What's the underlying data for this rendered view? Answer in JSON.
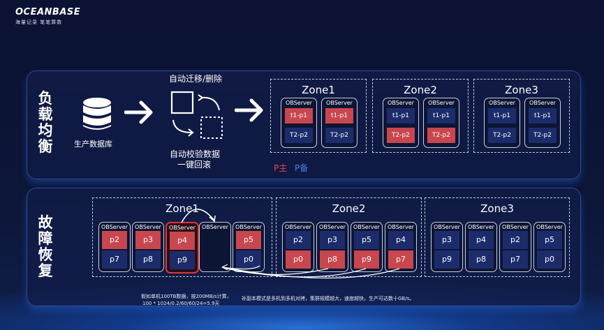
{
  "brand": {
    "name": "OCEANBASE",
    "tagline": "海量记录 笔笔算数"
  },
  "top": {
    "title": "负载均衡",
    "db_label": "生产数据库",
    "migrate_label": "自动迁移/删除",
    "verify_label1": "自动校验数据",
    "verify_label2": "一键回滚",
    "legend_primary": "P主",
    "legend_backup": "P备",
    "zones": [
      {
        "name": "Zone1",
        "servers": [
          {
            "title": "OBServer",
            "cells": [
              {
                "text": "t1-p1",
                "role": "primary"
              },
              {
                "text": "T2-p2",
                "role": "backup"
              }
            ]
          },
          {
            "title": "OBServer",
            "cells": [
              {
                "text": "t1-p1",
                "role": "primary"
              },
              {
                "text": "T2-p2",
                "role": "backup"
              }
            ]
          }
        ]
      },
      {
        "name": "Zone2",
        "servers": [
          {
            "title": "OBServer",
            "cells": [
              {
                "text": "t1-p1",
                "role": "backup"
              },
              {
                "text": "T2-p2",
                "role": "primary"
              }
            ]
          },
          {
            "title": "OBServer",
            "cells": [
              {
                "text": "t1-p1",
                "role": "backup"
              },
              {
                "text": "T2-p2",
                "role": "primary"
              }
            ]
          }
        ]
      },
      {
        "name": "Zone3",
        "servers": [
          {
            "title": "OBServer",
            "cells": [
              {
                "text": "t1-p1",
                "role": "backup"
              },
              {
                "text": "T2-p2",
                "role": "backup"
              }
            ]
          },
          {
            "title": "OBServer",
            "cells": [
              {
                "text": "t1-p1",
                "role": "backup"
              },
              {
                "text": "T2-p2",
                "role": "backup"
              }
            ]
          }
        ]
      }
    ]
  },
  "bottom": {
    "title": "故障恢复",
    "zones": [
      {
        "name": "Zone1",
        "servers": [
          {
            "title": "OBServer",
            "cells": [
              {
                "text": "p2",
                "role": "primary"
              },
              {
                "text": "p7",
                "role": "backup"
              }
            ]
          },
          {
            "title": "OBServer",
            "cells": [
              {
                "text": "p3",
                "role": "primary"
              },
              {
                "text": "p8",
                "role": "backup"
              }
            ]
          },
          {
            "title": "OBServer",
            "failed": true,
            "cells": [
              {
                "text": "p4",
                "role": "primary"
              },
              {
                "text": "p9",
                "role": "backup"
              }
            ]
          },
          {
            "title": "OBServer",
            "cells": []
          },
          {
            "title": "OBServer",
            "cells": [
              {
                "text": "p5",
                "role": "primary"
              },
              {
                "text": "p0",
                "role": "backup"
              }
            ]
          }
        ]
      },
      {
        "name": "Zone2",
        "servers": [
          {
            "title": "OBServer",
            "cells": [
              {
                "text": "p2",
                "role": "backup"
              },
              {
                "text": "p0",
                "role": "primary"
              }
            ]
          },
          {
            "title": "OBServer",
            "cells": [
              {
                "text": "p3",
                "role": "backup"
              },
              {
                "text": "p8",
                "role": "primary"
              }
            ]
          },
          {
            "title": "OBServer",
            "cells": [
              {
                "text": "p5",
                "role": "backup"
              },
              {
                "text": "p9",
                "role": "primary"
              }
            ]
          },
          {
            "title": "OBServer",
            "cells": [
              {
                "text": "p4",
                "role": "backup"
              },
              {
                "text": "p7",
                "role": "primary"
              }
            ]
          }
        ]
      },
      {
        "name": "Zone3",
        "servers": [
          {
            "title": "OBServer",
            "cells": [
              {
                "text": "p3",
                "role": "backup"
              },
              {
                "text": "p9",
                "role": "backup"
              }
            ]
          },
          {
            "title": "OBServer",
            "cells": [
              {
                "text": "p4",
                "role": "backup"
              },
              {
                "text": "p8",
                "role": "backup"
              }
            ]
          },
          {
            "title": "OBServer",
            "cells": [
              {
                "text": "p2",
                "role": "backup"
              },
              {
                "text": "p7",
                "role": "backup"
              }
            ]
          },
          {
            "title": "OBServer",
            "cells": [
              {
                "text": "p5",
                "role": "backup"
              },
              {
                "text": "p0",
                "role": "backup"
              }
            ]
          }
        ]
      }
    ],
    "note_left": [
      "假如单机100TB数据，按200MB/s计算，",
      "100 * 1024/0.2/60/60/24=5.9天"
    ],
    "note_right": "补副本模式是多机到多机对拷，集群规模越大，速度越快，生产可达数十GB/s。"
  },
  "colors": {
    "primary": "#c8464e",
    "backup": "#1c2c6b",
    "legend_primary": "#e0474f",
    "legend_backup": "#4a7de8"
  }
}
